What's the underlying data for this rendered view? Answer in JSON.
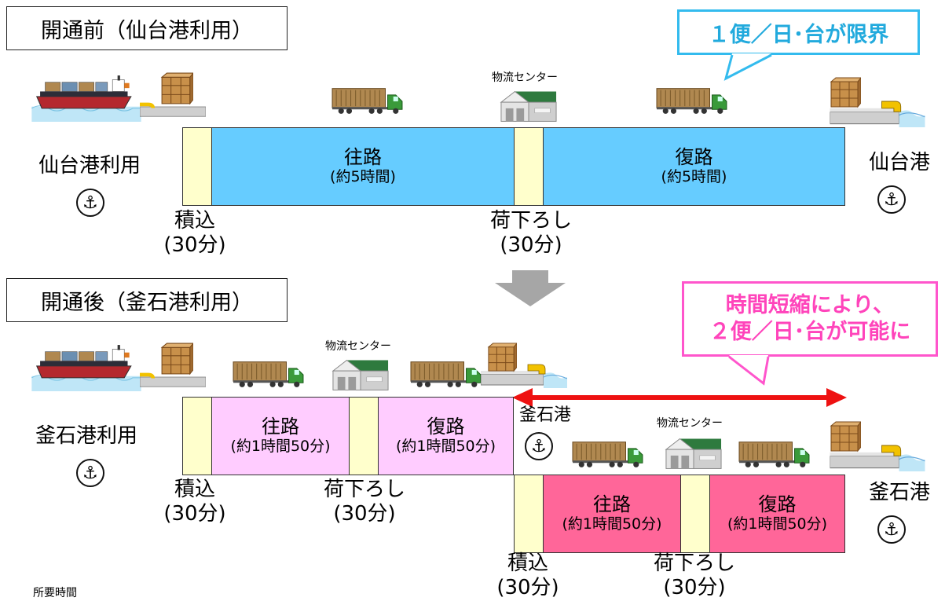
{
  "before": {
    "title": "開通前（仙台港利用）",
    "callout": "１便／日･台が限界",
    "origin_label": "仙台港利用",
    "dest_label": "仙台港",
    "center_label": "物流センター",
    "seg_outbound": {
      "main": "往路",
      "sub": "(約5時間)"
    },
    "seg_return": {
      "main": "復路",
      "sub": "(約5時間)"
    },
    "loading": {
      "main": "積込",
      "sub": "(30分)"
    },
    "unloading": {
      "main": "荷下ろし",
      "sub": "(30分)"
    }
  },
  "after": {
    "title": "開通後（釜石港利用）",
    "callout_line1": "時間短縮により、",
    "callout_line2": "２便／日･台が可能に",
    "origin_label": "釜石港利用",
    "mid_label": "釜石港",
    "dest_label": "釜石港",
    "center_label_1": "物流センター",
    "center_label_2": "物流センター",
    "trip1_outbound": {
      "main": "往路",
      "sub": "(約1時間50分)"
    },
    "trip1_return": {
      "main": "復路",
      "sub": "(約1時間50分)"
    },
    "trip2_outbound": {
      "main": "往路",
      "sub": "(約1時間50分)"
    },
    "trip2_return": {
      "main": "復路",
      "sub": "(約1時間50分)"
    },
    "trip1_loading": {
      "main": "積込",
      "sub": "(30分)"
    },
    "trip1_unloading": {
      "main": "荷下ろし",
      "sub": "(30分)"
    },
    "trip2_loading": {
      "main": "積込",
      "sub": "(30分)"
    },
    "trip2_unloading": {
      "main": "荷下ろし",
      "sub": "(30分)"
    }
  },
  "footer": "所要時間",
  "colors": {
    "blue": "#66ccff",
    "pink": "#ffccff",
    "red": "#ff6699",
    "yellow": "#ffffcc",
    "arrow": "#ee1111"
  },
  "icons": [
    "ship-icon",
    "cargo-box-icon",
    "truck-icon",
    "warehouse-icon",
    "port-icon",
    "anchor-icon",
    "down-arrow-icon"
  ]
}
